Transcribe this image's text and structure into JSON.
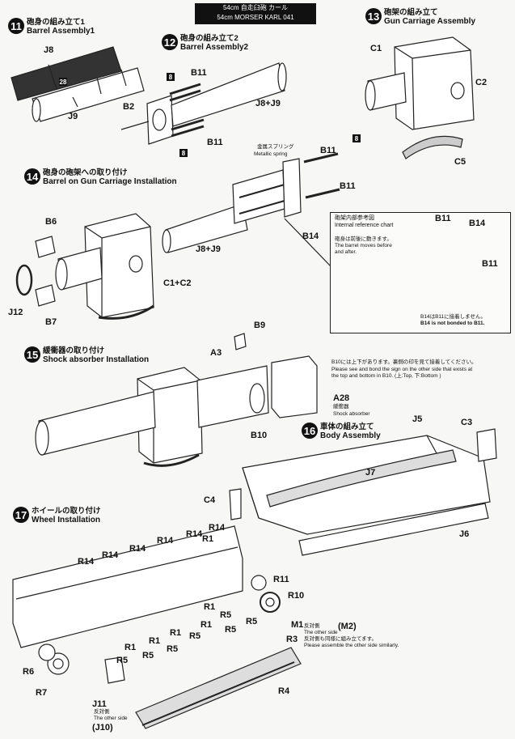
{
  "header": {
    "line1": "54cm 自走臼砲 カール",
    "line2": "54cm MORSER KARL  041"
  },
  "steps": [
    {
      "num": "11",
      "jp": "砲身の組み立て1",
      "en": "Barrel Assembly1"
    },
    {
      "num": "12",
      "jp": "砲身の組み立て2",
      "en": "Barrel Assembly2"
    },
    {
      "num": "13",
      "jp": "砲架の組み立て",
      "en": "Gun Carriage Assembly"
    },
    {
      "num": "14",
      "jp": "砲身の砲架への取り付け",
      "en": "Barrel on Gun Carriage Installation"
    },
    {
      "num": "15",
      "jp": "緩衝器の取り付け",
      "en": "Shock absorber Installation"
    },
    {
      "num": "16",
      "jp": "車体の組み立て",
      "en": "Body Assembly"
    },
    {
      "num": "17",
      "jp": "ホイールの取り付け",
      "en": "Wheel Installation"
    }
  ],
  "parts": {
    "j8": "J8",
    "j9": "J9",
    "n28": "28",
    "b11": "B11",
    "b2": "B2",
    "j8j9": "J8+J9",
    "eight": "8",
    "c1": "C1",
    "c2": "C2",
    "c5": "C5",
    "b6": "B6",
    "b7": "B7",
    "j12": "J12",
    "c1c2": "C1+C2",
    "b14": "B14",
    "b9": "B9",
    "a3": "A3",
    "a28": "A28",
    "b10": "B10",
    "j5": "J5",
    "c3": "C3",
    "j7": "J7",
    "c4": "C4",
    "j6": "J6",
    "r14": "R14",
    "r1": "R1",
    "r5": "R5",
    "r11": "R11",
    "r10": "R10",
    "m1": "M1",
    "m2": "(M2)",
    "r3": "R3",
    "r6": "R6",
    "r7": "R7",
    "j11": "J11",
    "j10": "(J10)",
    "r4": "R4"
  },
  "notes": {
    "spring_jp": "金属スプリング",
    "spring_en": "Metallic spring",
    "ref_jp": "砲架内部参考図",
    "ref_en": "Internal reference chart",
    "move_jp": "砲身は前後に動きます。",
    "move_en1": "The barrel moves before",
    "move_en2": "and after.",
    "bond_jp": "B14はB11に接着しません。",
    "bond_en": "B14 is not bonded to B11.",
    "b10_jp": "B10には上下があります。裏側の印を見て接着してください。",
    "b10_en1": "Please see and bond the sign on the other side that exists at",
    "b10_en2": "the top and  bottom in B10. (上:Top, 下:Bottom )",
    "shock_jp": "緩衝器",
    "shock_en": "Shock absorber",
    "other_jp": "反対側",
    "other_en": "The other side",
    "similar_jp": "反対側も同様に組み立てます。",
    "similar_en": "Please assemble the other side similarly."
  }
}
